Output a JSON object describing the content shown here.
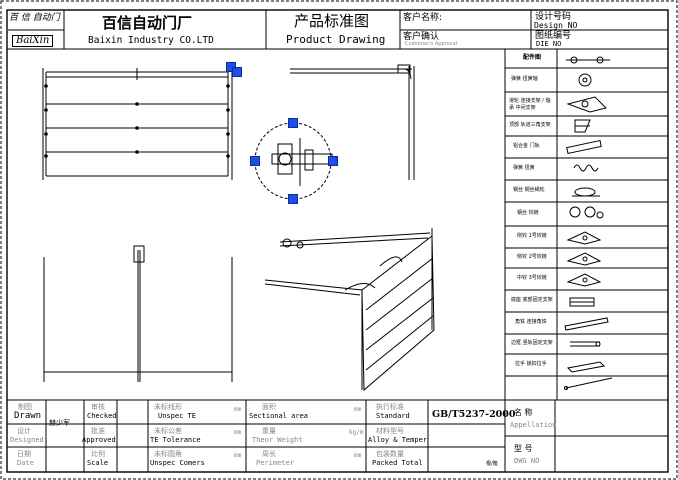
{
  "title_block": {
    "company_logo_text": "百 信 自动门",
    "logo_sub": "BaiXin",
    "company_cn": "百信自动门厂",
    "company_en": "Baixin Industry  CO.LTD",
    "title_cn": "产品标准图",
    "title_en": "Product Drawing",
    "customer_label": "客户名称:",
    "customer_confirm_label": "客户确认",
    "customer_confirm_sub": "Customer's Approval",
    "design_no_cn": "设计号码",
    "design_no_en": "Design NO",
    "drawing_no_cn": "图纸编号",
    "drawing_no_en": "DIE NO"
  },
  "bottom_block": {
    "drawn_cn": "制图",
    "drawn_en": "Drawn",
    "drawn_by": "赫少军",
    "checked_cn": "审核",
    "checked_en": "Checked",
    "designed_cn": "设计",
    "designed_en": "Designed",
    "approved_cn": "批准",
    "approved_en": "Approved",
    "date_cn": "日期",
    "date_en": "Date",
    "scale_cn": "比例",
    "scale_en": "Scale",
    "unspec_te_cn": "未标线形",
    "unspec_te_en": "Unspec TE",
    "te_tol_cn": "未标公差",
    "te_tol_en": "TE Tolerance",
    "unspec_corner_cn": "未标圆角",
    "unspec_corner_en": "Unspec Comers",
    "unit_mm": "mm",
    "area_cn": "面积",
    "area_en": "Sectional area",
    "weight_cn": "重量",
    "weight_en": "Theor Weight",
    "weight_unit": "kg/m",
    "perim_cn": "周长",
    "perim_en": "Perimeter",
    "std_cn": "执行标准",
    "std_en": "Standard",
    "std_value": "GB/T5237-2000",
    "material_cn": "材料型号",
    "material_en": "Alloy & Temper",
    "pack_cn": "包装数量",
    "pack_en": "Packed Total",
    "pack_unit": "根/箱",
    "name_cn": "名  称",
    "name_en": "Appellation",
    "model_cn": "型  号",
    "model_en": "DWG NO"
  },
  "parts_list": {
    "header": "配件图",
    "items": [
      "弹簧 扭簧轴",
      "滑轮 连接支架 / 轴承 中间支架",
      "顶部 轨道三角支架",
      "铝合金 门轨",
      "弹簧 扭簧",
      "钢丝 钢丝绳轮",
      "钢丝 铰链",
      "侧铰 1号铰链",
      "侧铰 2号铰链",
      "中铰 3号铰链",
      "底座 底部固定支架",
      "角铁 连接角铁",
      "边框 竖轨固定支架",
      "拉手 锁扣拉手"
    ]
  }
}
